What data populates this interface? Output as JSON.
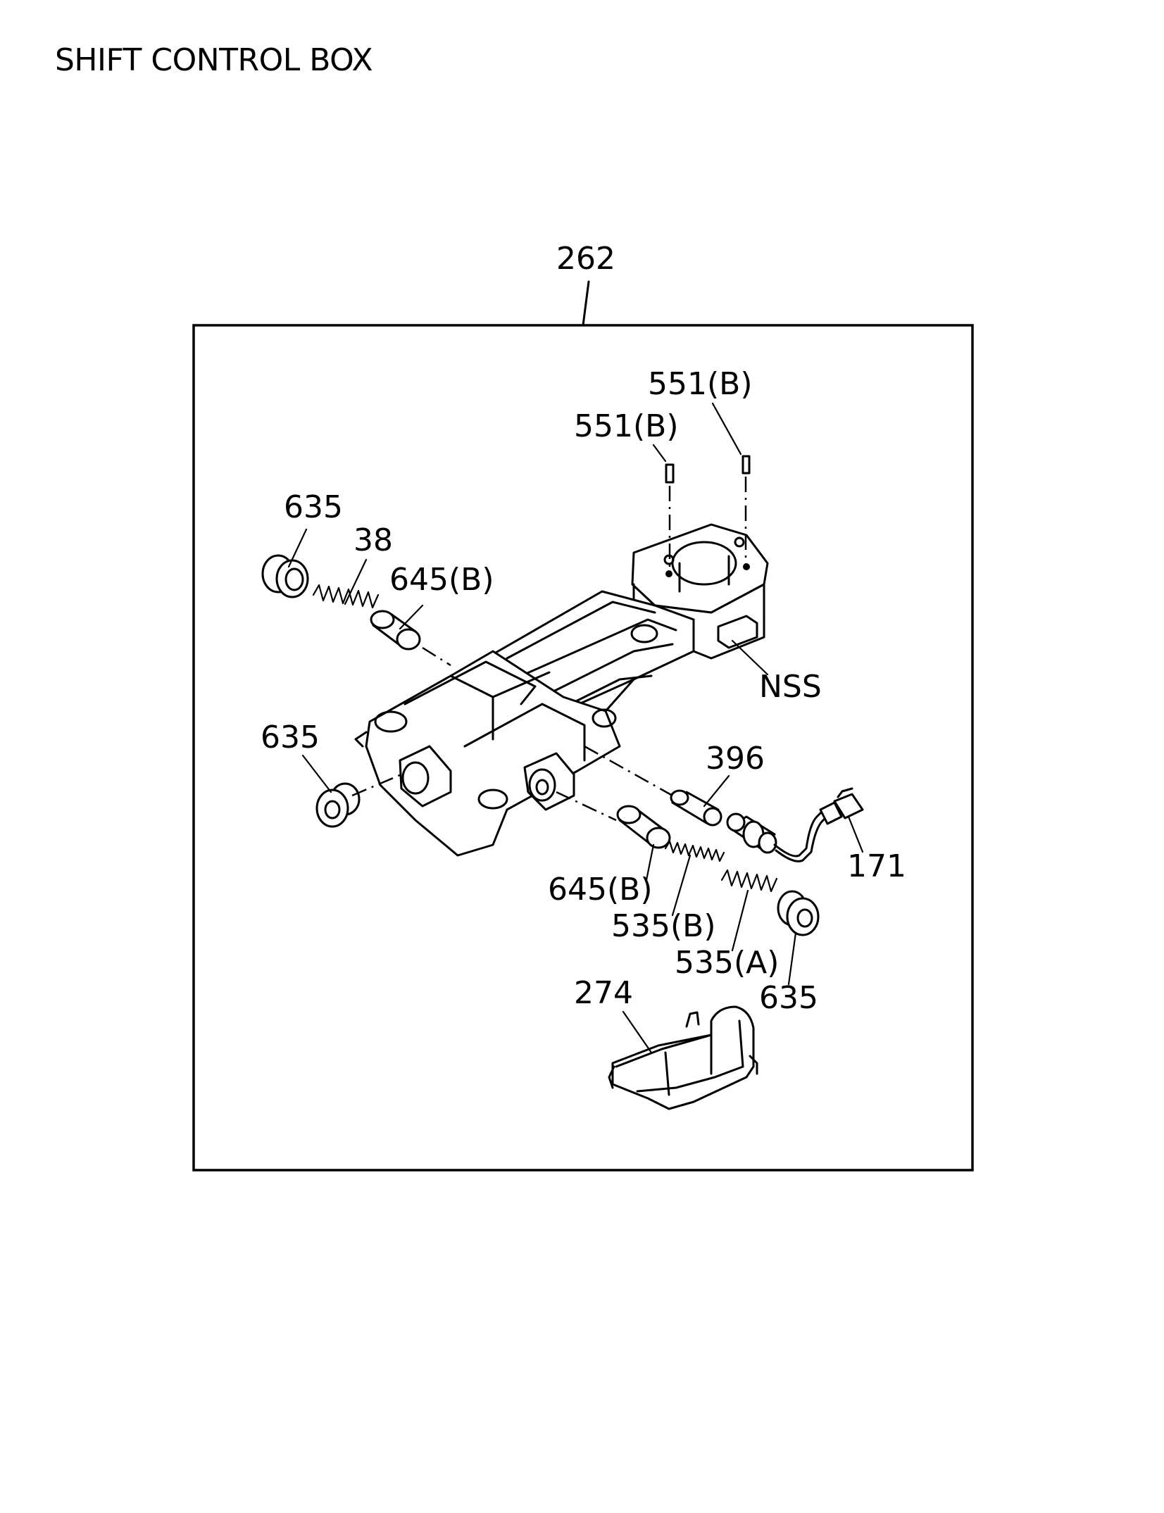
{
  "title": "SHIFT CONTROL BOX",
  "callouts": {
    "assembly": "262",
    "pin_right": "551(B)",
    "pin_left": "551(B)",
    "plug_top": "635",
    "spring_top": "38",
    "sleeve_top": "645(B)",
    "nss": "NSS",
    "plug_left": "635",
    "pin_396": "396",
    "connector": "171",
    "sleeve_bottom": "645(B)",
    "spring_b": "535(B)",
    "spring_a": "535(A)",
    "plug_right": "635",
    "cover": "274"
  }
}
